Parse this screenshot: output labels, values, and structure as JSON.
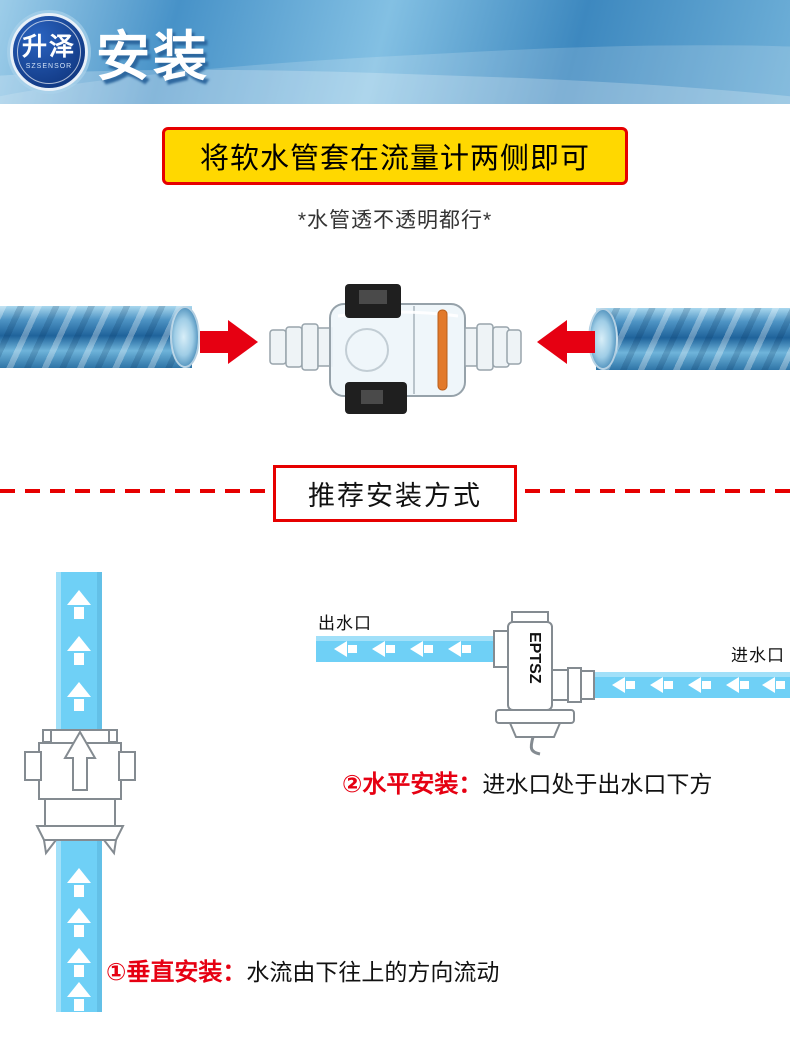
{
  "header": {
    "logo_brand": "升泽",
    "logo_sub": "SZSENSOR",
    "title": "安装"
  },
  "instruction_banner": {
    "text": "将软水管套在流量计两侧即可"
  },
  "note": {
    "text": "*水管透不透明都行*"
  },
  "recommend_divider": {
    "label": "推荐安装方式"
  },
  "vertical_install": {
    "prefix": "①垂直安装：",
    "desc": "水流由下往上的方向流动"
  },
  "horizontal_install": {
    "prefix": "②水平安装：",
    "desc": "进水口处于出水口下方",
    "outlet": "出水口",
    "inlet": "进水口",
    "device_label": "EPTSZ"
  },
  "colors": {
    "accent_red": "#e60012",
    "banner_yellow": "#ffd800",
    "pipe_blue": "#6fd0f6",
    "water_blue": "#2a6da3",
    "o_ring_orange": "#e2792a",
    "header_blue": "#4792c8",
    "logo_blue": "#123a85"
  }
}
